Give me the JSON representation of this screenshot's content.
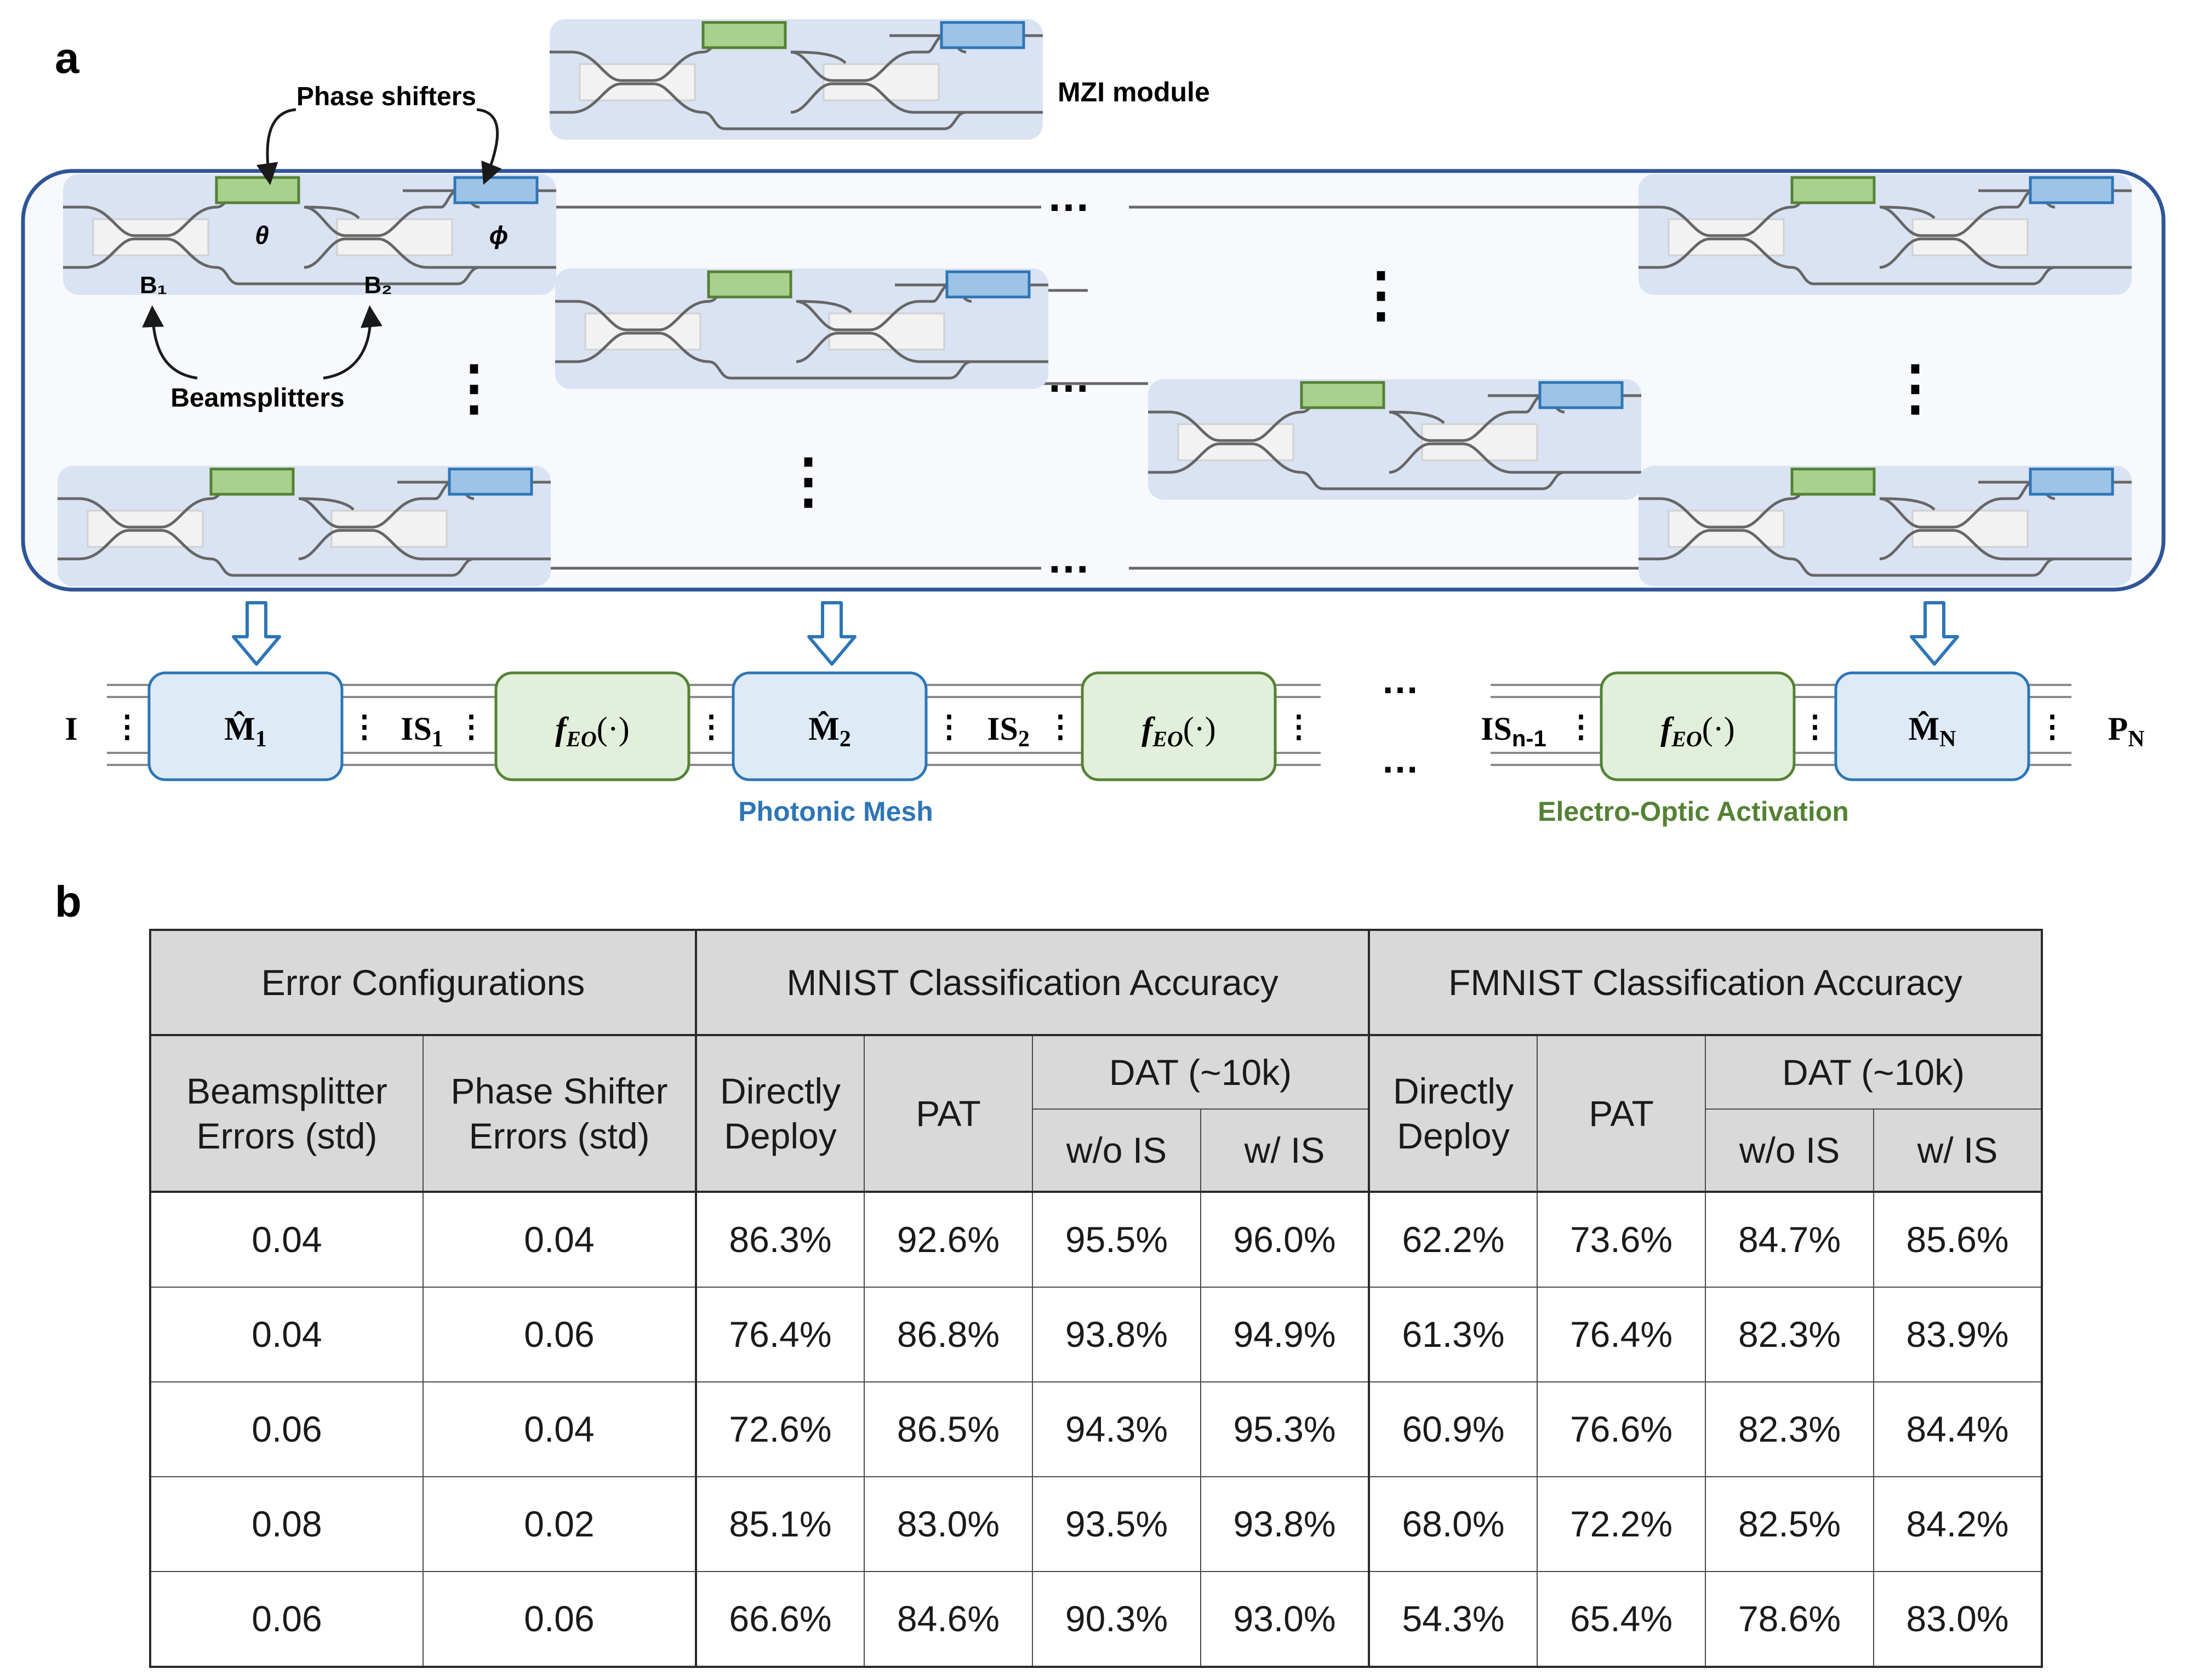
{
  "panel_a": {
    "label": "a",
    "mzi_module_label": "MZI module",
    "phase_shifters_label": "Phase shifters",
    "beamsplitters_label": "Beamsplitters",
    "theta": "θ",
    "phi": "ϕ",
    "b1": "B₁",
    "b2": "B₂",
    "ellipsis_h": "…",
    "ellipsis_v": "⋮",
    "pipeline": {
      "input": "I",
      "m1": "M̂",
      "m1_sub": "1",
      "is1": "IS",
      "is1_sub": "1",
      "feo": "f",
      "feo_sub": "EO",
      "feo_arg": "(·)",
      "m2": "M̂",
      "m2_sub": "2",
      "is2": "IS",
      "is2_sub": "2",
      "isn1": "IS",
      "isn1_sub": "n-1",
      "mn": "M̂",
      "mn_sub": "N",
      "output": "P",
      "output_sub": "N",
      "photonic_mesh_label": "Photonic Mesh",
      "eo_activation_label": "Electro-Optic Activation"
    },
    "colors": {
      "green_fill": "#a9d18e",
      "green_stroke": "#548235",
      "blue_fill": "#9dc3e6",
      "blue_stroke": "#2e75b6",
      "module_bg": "#dae3f3",
      "frame": "#2f5597",
      "mesh_text": "#2e75b6",
      "eo_text": "#548235"
    }
  },
  "panel_b": {
    "label": "b",
    "header": {
      "error_configurations": "Error Configurations",
      "mnist": "MNIST Classification Accuracy",
      "fmnist": "FMNIST Classification Accuracy",
      "beamsplitter_errors": "Beamsplitter Errors (std)",
      "phase_shifter_errors": "Phase Shifter Errors (std)",
      "directly_deploy": "Directly Deploy",
      "pat": "PAT",
      "dat": "DAT (~10k)",
      "wo_is": "w/o IS",
      "w_is": "w/ IS"
    },
    "rows": [
      [
        "0.04",
        "0.04",
        "86.3%",
        "92.6%",
        "95.5%",
        "96.0%",
        "62.2%",
        "73.6%",
        "84.7%",
        "85.6%"
      ],
      [
        "0.04",
        "0.06",
        "76.4%",
        "86.8%",
        "93.8%",
        "94.9%",
        "61.3%",
        "76.4%",
        "82.3%",
        "83.9%"
      ],
      [
        "0.06",
        "0.04",
        "72.6%",
        "86.5%",
        "94.3%",
        "95.3%",
        "60.9%",
        "76.6%",
        "82.3%",
        "84.4%"
      ],
      [
        "0.08",
        "0.02",
        "85.1%",
        "83.0%",
        "93.5%",
        "93.8%",
        "68.0%",
        "72.2%",
        "82.5%",
        "84.2%"
      ],
      [
        "0.06",
        "0.06",
        "66.6%",
        "84.6%",
        "90.3%",
        "93.0%",
        "54.3%",
        "65.4%",
        "78.6%",
        "83.0%"
      ]
    ]
  }
}
